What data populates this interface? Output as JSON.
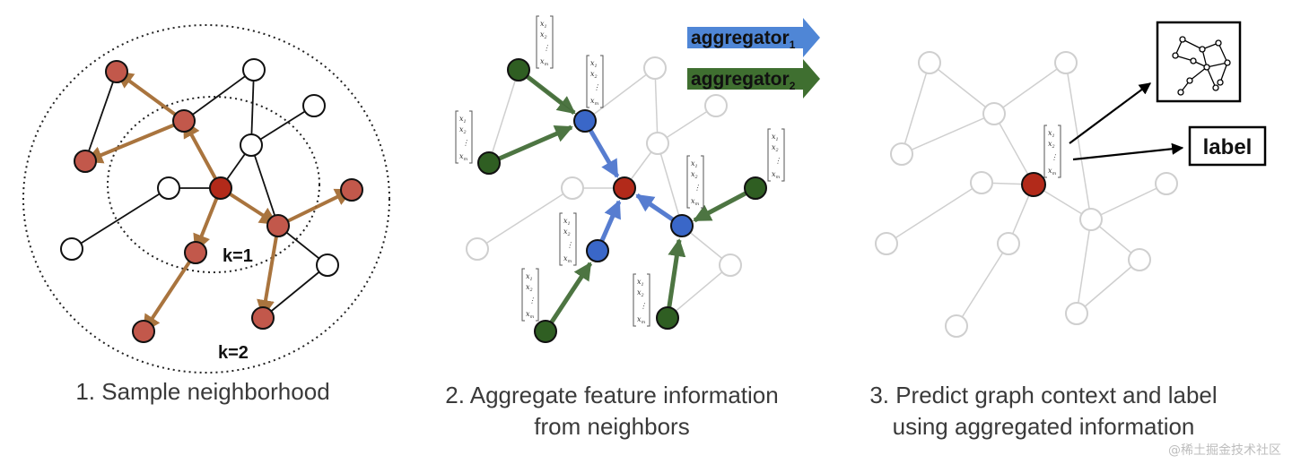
{
  "panel1": {
    "caption": "1. Sample neighborhood",
    "k1_label": "k=1",
    "k2_label": "k=2"
  },
  "panel2": {
    "caption_line1": "2. Aggregate feature information",
    "caption_line2": "from neighbors",
    "aggregator1": "aggregator",
    "aggregator1_sub": "1",
    "aggregator2": "aggregator",
    "aggregator2_sub": "2"
  },
  "panel3": {
    "caption_line1": "3. Predict graph context and label",
    "caption_line2": "using aggregated information",
    "label_box": "label"
  },
  "vector": {
    "x1": "x",
    "s1": "1",
    "x2": "x",
    "s2": "2",
    "dots": "⋮",
    "xm": "x",
    "sm": "m"
  },
  "watermark": "@稀土掘金技术社区",
  "colors": {
    "target": "#b22a1a",
    "sampled": "#c2584b",
    "blue": "#3a67c8",
    "green": "#2f5e22",
    "orange_edge": "#a0662a",
    "gray_edge": "#cfcfcf",
    "agg1_arrow": "#4f86d6",
    "agg2_arrow": "#3f6f30"
  }
}
